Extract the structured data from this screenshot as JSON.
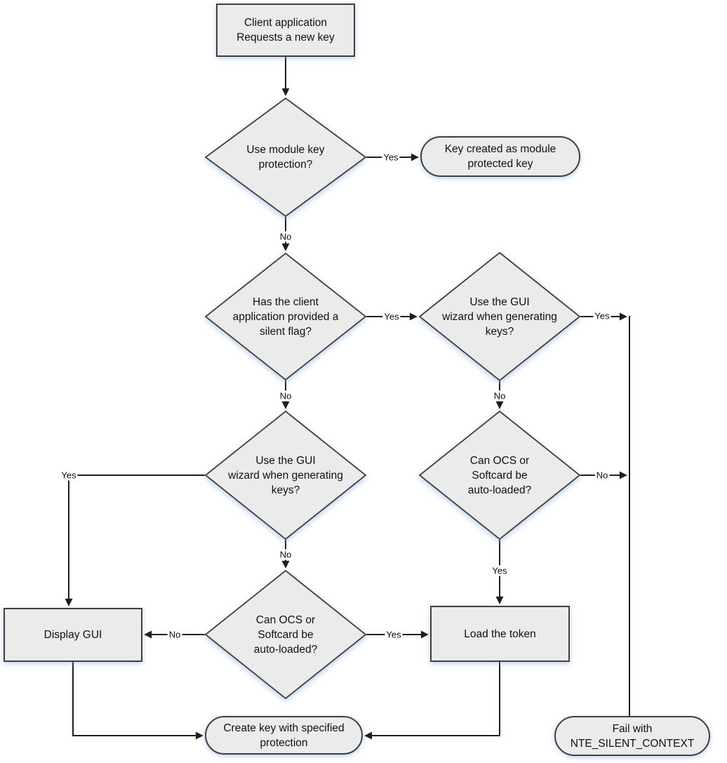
{
  "labels": {
    "yes": "Yes",
    "no": "No"
  },
  "nodes": {
    "client_request": {
      "label": "Client application\nRequests a new key"
    },
    "use_module_key": {
      "label": "Use module key\nprotection?"
    },
    "key_created_module": {
      "label": "Key created as module\nprotected key"
    },
    "silent_flag": {
      "label": "Has the client\napplication provided a\nsilent flag?"
    },
    "gui_wizard_silent": {
      "label": "Use the GUI\nwizard when generating\nkeys?"
    },
    "gui_wizard_no_silent": {
      "label": "Use the GUI\nwizard when generating\nkeys?"
    },
    "ocs_autoload_silent": {
      "label": "Can OCS or\nSoftcard be\nauto-loaded?"
    },
    "ocs_autoload_no_silent": {
      "label": "Can OCS or\nSoftcard be\nauto-loaded?"
    },
    "display_gui": {
      "label": "Display GUI"
    },
    "load_token": {
      "label": "Load the token"
    },
    "create_key": {
      "label": "Create key with specified\nprotection"
    },
    "fail_silent_context": {
      "label": "Fail with\nNTE_SILENT_CONTEXT"
    }
  },
  "colors": {
    "shape_fill": "#ebebeb",
    "shape_border": "#404040",
    "connector": "#1f1f1f",
    "text": "#111111",
    "background": "#ffffff"
  }
}
